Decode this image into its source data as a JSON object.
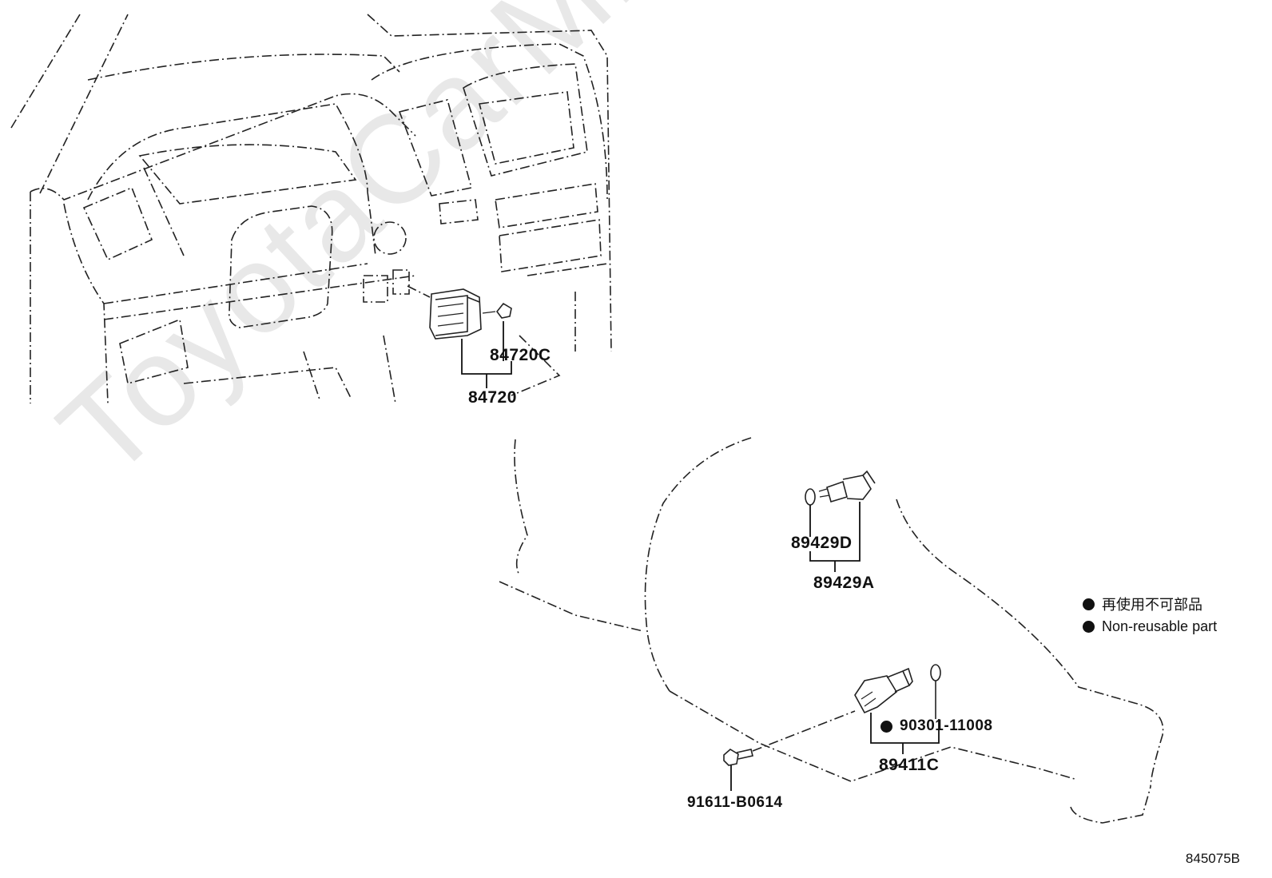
{
  "watermark": "ToyotaCarMine.ru",
  "parts": {
    "p84720c": "84720C",
    "p84720": "84720",
    "p89429d": "89429D",
    "p89429a": "89429A",
    "p90301": "90301-11008",
    "p89411c": "89411C",
    "p91611": "91611-B0614"
  },
  "legend": {
    "jp": "再使用不可部品",
    "en": "Non-reusable part"
  },
  "diagram_code": "845075B"
}
